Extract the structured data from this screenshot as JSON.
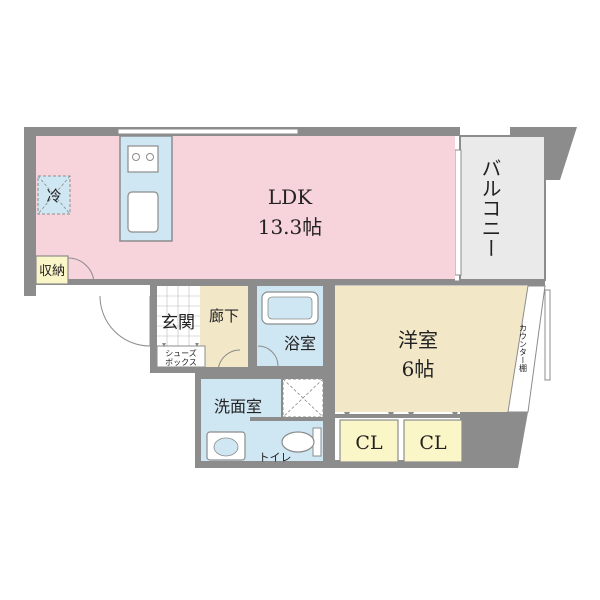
{
  "rooms": {
    "ldk_name": "LDK",
    "ldk_size": "13.3帖",
    "balcony": "バルコニー",
    "storage": "収納",
    "fridge": "冷",
    "entrance": "玄関",
    "hallway": "廊下",
    "shoebox_line1": "シューズ",
    "shoebox_line2": "ボックス",
    "bathroom": "浴室",
    "washroom": "洗面室",
    "toilet": "トイレ",
    "western_name": "洋室",
    "western_size": "6帖",
    "closet_1": "CL",
    "closet_2": "CL",
    "counter_shelf": "カウンター棚"
  },
  "colors": {
    "wall": "#8c8c8c",
    "ldk_floor": "#f7d3dc",
    "western_floor": "#f2e8c8",
    "closet_floor": "#fbf6c8",
    "wet_floor": "#cfe6f3",
    "entrance_floor": "#ffffff",
    "hallway_floor": "#f2e8c8",
    "balcony_floor": "#eaeaea",
    "storage_floor": "#fbf6c8"
  }
}
